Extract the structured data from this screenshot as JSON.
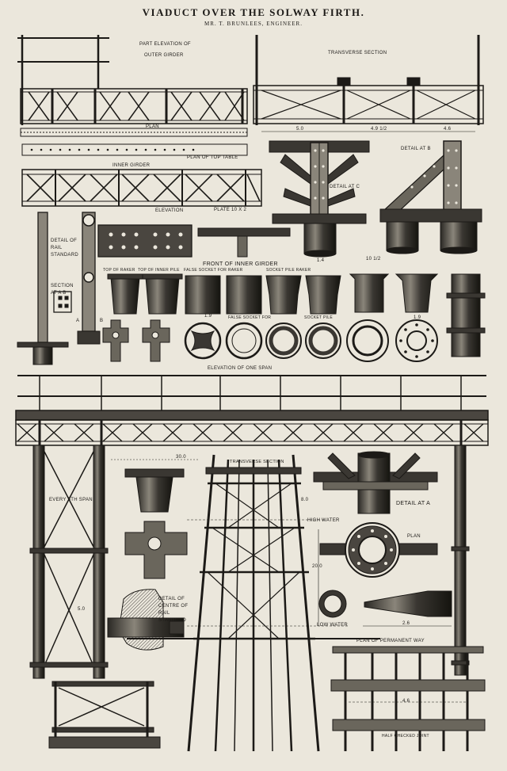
{
  "header": {
    "title": "VIADUCT OVER THE SOLWAY FIRTH.",
    "subtitle": "MR. T. BRUNLEES, ENGINEER."
  },
  "labels": {
    "part_elevation": "PART ELEVATION OF",
    "outer_girder": "OUTER GIRDER",
    "transverse_section_top": "TRANSVERSE SECTION",
    "plan_top": "PLAN",
    "plan_of_top_table": "PLAN OF TOP TABLE",
    "inner_girder": "INNER GIRDER",
    "elevation": "ELEVATION",
    "plate": "PLATE 10 x 2",
    "detail_at_c": "DETAIL AT C",
    "detail_at_b": "DETAIL AT B",
    "detail_of_rail_standard": "DETAIL OF RAIL STANDARD",
    "section_at_ab": "SECTION AT A B",
    "front_of_inner_girder": "FRONT OF INNER GIRDER",
    "top_of_raker": "TOP OF RAKER",
    "top_of_inner_pile": "TOP OF INNER PILE",
    "false_socket_for_raker": "FALSE SOCKET FOR RAKER",
    "socket_pile_raker": "SOCKET PILE RAKER",
    "false_socket_for": "FALSE SOCKET FOR",
    "socket_pile": "SOCKET PILE",
    "elevation_of_one_span": "ELEVATION OF ONE SPAN",
    "every_5th_span": "EVERY 5th SPAN",
    "transverse_section_main": "TRANSVERSE SECTION",
    "high_water": "HIGH WATER",
    "low_water": "LOW WATER",
    "detail_at_a": "DETAIL AT A",
    "plan_main": "PLAN",
    "detail_of_centre": "DETAIL OF CENTRE OF RAIL STANDARD",
    "plan_of_permanent_way": "PLAN OF PERMANENT WAY",
    "half_checked_joint": "HALF CHECKED JOINT"
  },
  "dimensions": {
    "d_5_0_top": "5.0",
    "d_4_9": "4.9 1/2",
    "d_4_6": "4.6",
    "d_30_0": "30.0",
    "d_20_0": "20.0",
    "d_8_0": "8.0",
    "d_5_0_side": "5.0",
    "d_2_6": "2.6",
    "d_1_9_a": "1.9",
    "d_1_9_b": "1.9",
    "d_10": "10 1/2",
    "d_1_4": "1.4",
    "d_4_6_plan": "4.6",
    "letter_a": "A",
    "letter_b": "B"
  },
  "colors": {
    "ink": "#1c1a17",
    "paper": "#ebe7dc",
    "shade": "#4a4640"
  }
}
